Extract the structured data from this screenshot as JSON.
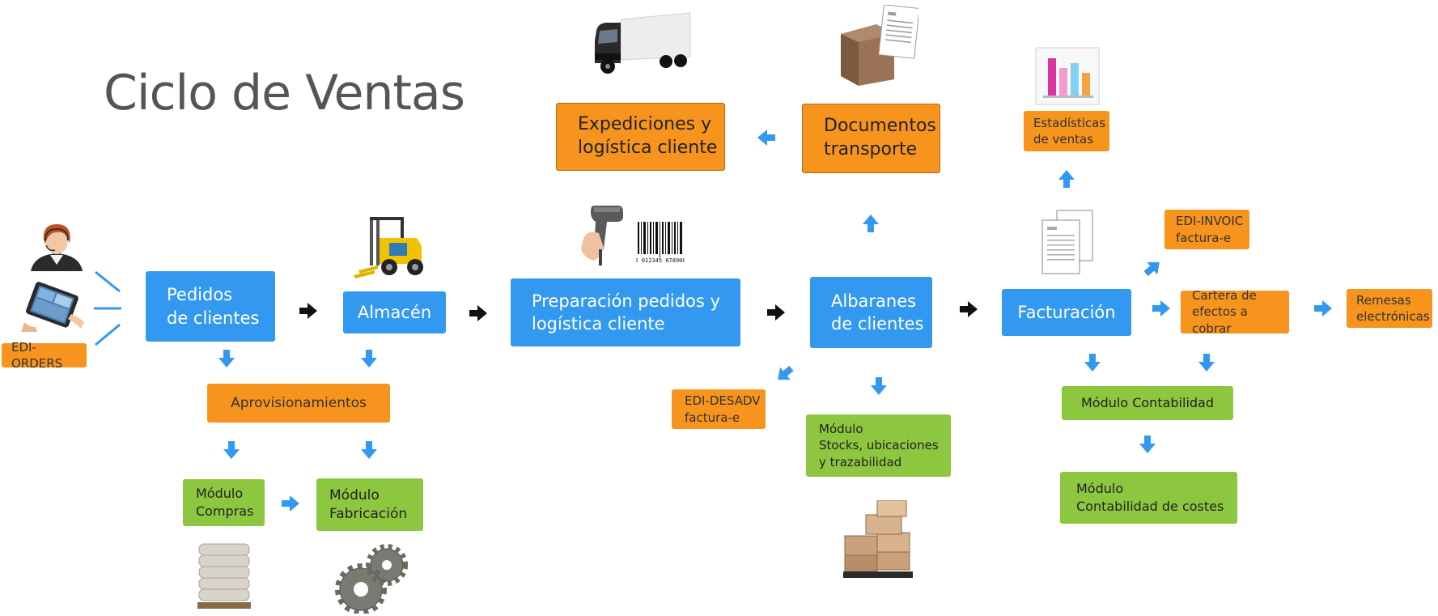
{
  "title": "Ciclo de Ventas",
  "colors": {
    "blue": "#3399f0",
    "orange": "#f7941d",
    "green": "#8dc63f",
    "arrow_blue": "#3399f0",
    "arrow_black": "#111111"
  },
  "boxes": {
    "pedidos": "Pedidos\nde clientes",
    "almacen": "Almacén",
    "preparacion": "Preparación pedidos y\nlogística cliente",
    "albaranes": "Albaranes\nde clientes",
    "facturacion": "Facturación",
    "expediciones": "Expediciones y\nlogística cliente",
    "documentos": "Documentos\ntransporte",
    "estadisticas": "Estadísticas\nde ventas",
    "edi_invoic": "EDI-INVOIC\nfactura-e",
    "cartera": "Cartera de\nefectos a cobrar",
    "remesas": "Remesas\nelectrónicas",
    "edi_orders": "EDI-ORDERS",
    "aprovisionamientos": "Aprovisionamientos",
    "compras": "Módulo\nCompras",
    "fabricacion": "Módulo\nFabricación",
    "edi_desadv": "EDI-DESADV\nfactura-e",
    "stocks": "Módulo\nStocks, ubicaciones\ny trazabilidad",
    "contabilidad": "Módulo Contabilidad",
    "costes": "Módulo\nContabilidad de costes"
  },
  "barcode_number": "5 012345 678900",
  "icons": [
    "operator-headset-icon",
    "tablet-icon",
    "forklift-icon",
    "barcode-scanner-icon",
    "barcode-icon",
    "truck-icon",
    "box-document-icon",
    "bar-chart-icon",
    "invoice-documents-icon",
    "sacks-pallet-icon",
    "gears-icon",
    "boxes-pallet-icon"
  ]
}
